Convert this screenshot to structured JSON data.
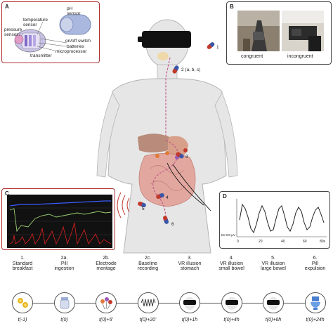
{
  "panel_a": {
    "letter": "A",
    "labels": [
      "pH sensor",
      "temperature sensor",
      "pressure sensor",
      "on/off switch",
      "batteries",
      "microprocessor",
      "transmitter"
    ]
  },
  "panel_b": {
    "letter": "B",
    "labels": [
      "congruent",
      "incongruent"
    ]
  },
  "panel_c": {
    "letter": "C"
  },
  "panel_d": {
    "letter": "D",
    "y_label": "De-D0 µV",
    "x_ticks": [
      "0",
      "20",
      "40",
      "60",
      "80s"
    ]
  },
  "body_markers": [
    "1",
    "2 (a, b, c)",
    "3",
    "4",
    "5",
    "6"
  ],
  "timeline": [
    {
      "label": "1.\nStandard\nbreakfast",
      "time": "t(-1)",
      "icon": "breakfast-icon"
    },
    {
      "label": "2a.\nPill\ningestion",
      "time": "t(0)",
      "icon": "pill-bottle-icon"
    },
    {
      "label": "2b.\nElectrode\nmontage",
      "time": "t(0)+5'",
      "icon": "electrodes-icon"
    },
    {
      "label": "2c.\nBaseline\nrecording",
      "time": "t(0)+20'",
      "icon": "waveform-icon"
    },
    {
      "label": "3.\nVR illusion\nstomach",
      "time": "t(0)+1h",
      "icon": "vr-headset-icon"
    },
    {
      "label": "4.\nVR illusion\nsmall bowel",
      "time": "t(0)+4h",
      "icon": "vr-headset-icon"
    },
    {
      "label": "5.\nVR illusion\nlarge bowel",
      "time": "t(0)+6h",
      "icon": "vr-headset-icon"
    },
    {
      "label": "6.\nPill\nexpulsion",
      "time": "t(0)+24h",
      "icon": "toilet-icon"
    }
  ],
  "colors": {
    "panel_border_red": "#b03030",
    "panel_border_gray": "#444444",
    "capsule_blue": "#3a56a8",
    "capsule_red": "#c0392b",
    "body_fill": "#e6e6e6",
    "vr_black": "#111111"
  }
}
